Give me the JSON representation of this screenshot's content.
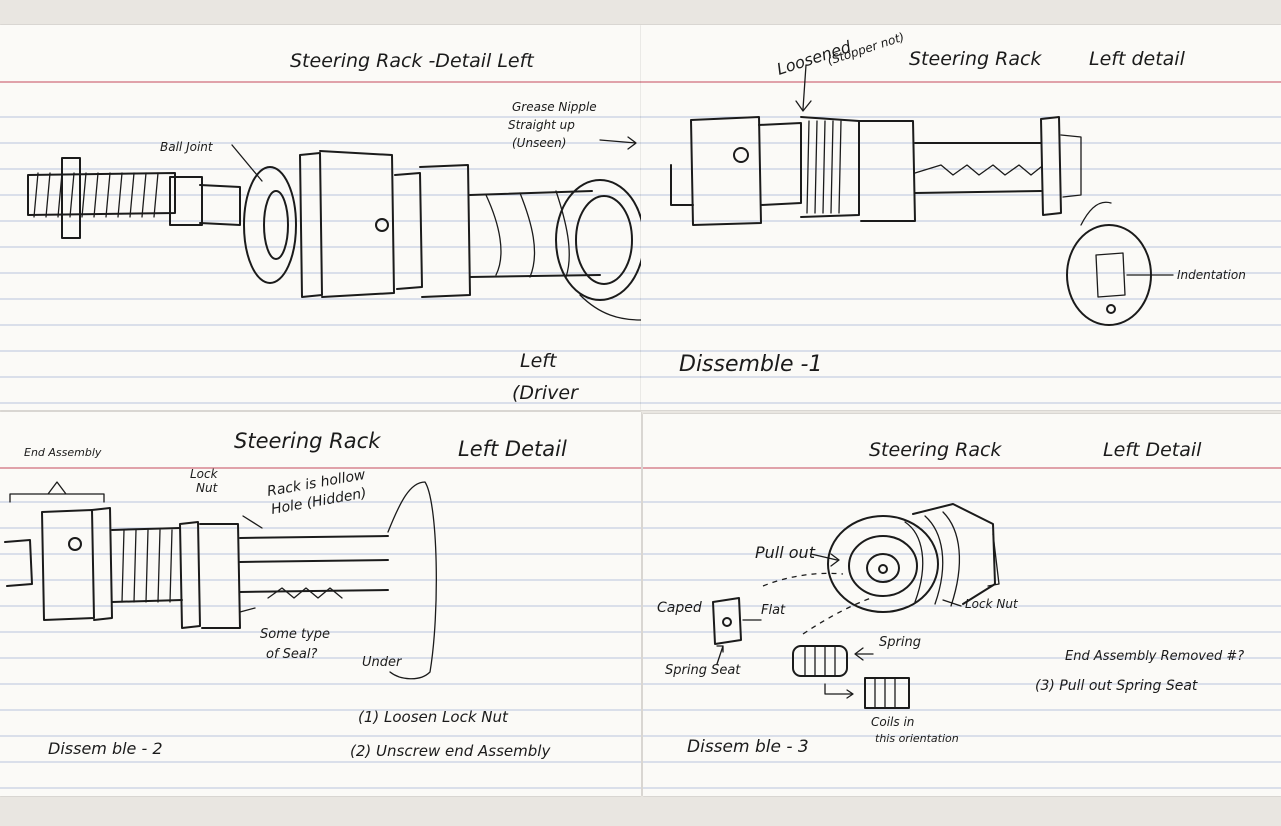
{
  "cards": [
    {
      "title": "Steering Rack -Detail Left",
      "labels": {
        "ball_joint": "Ball Joint",
        "grease_line1": "Grease Nipple",
        "grease_line2": "Straight up",
        "grease_line3": "(Unseen)",
        "side_line1": "Left",
        "side_line2": "(Driver"
      }
    },
    {
      "title_left": "Loosened",
      "title_note": "(Stopper not)",
      "title": "Steering Rack",
      "title_right": "Left detail",
      "labels": {
        "indentation": "Indentation",
        "step": "Dissemble -1"
      }
    },
    {
      "corner": "End Assembly",
      "title": "Steering Rack",
      "title_right": "Left Detail",
      "labels": {
        "lock_nut_line1": "Lock",
        "lock_nut_line2": "Nut",
        "hollow_line1": "Rack is hollow",
        "hollow_line2": "Hole (Hidden)",
        "seal_line1": "Some type",
        "seal_line2": "of Seal?",
        "under": "Under",
        "step1": "(1) Loosen Lock Nut",
        "step2": "(2) Unscrew end Assembly",
        "step": "Dissem ble - 2"
      }
    },
    {
      "title": "Steering Rack",
      "title_right": "Left Detail",
      "labels": {
        "pull_out": "Pull out",
        "capped": "Caped",
        "flat": "Flat",
        "spring_seat": "Spring Seat",
        "spring": "Spring",
        "lock_nut": "Lock Nut",
        "coils_line1": "Coils in",
        "coils_line2": "this orientation",
        "removed": "End Assembly Removed #?",
        "step3": "(3) Pull out Spring Seat",
        "step": "Dissem ble - 3"
      }
    }
  ]
}
